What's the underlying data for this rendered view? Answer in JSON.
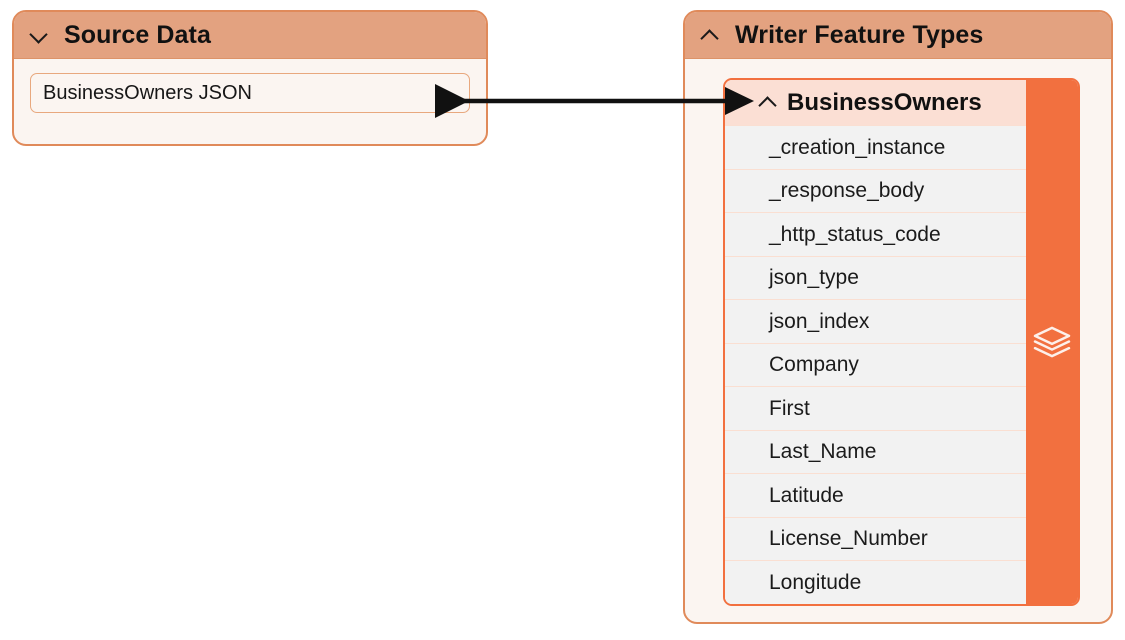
{
  "source_panel": {
    "title": "Source Data",
    "collapse_icon": "chevron-down-icon",
    "items": [
      {
        "label": "BusinessOwners JSON",
        "output_port_icon": "output-port-triangle-icon"
      }
    ]
  },
  "writer_panel": {
    "title": "Writer Feature Types",
    "collapse_icon": "chevron-up-icon",
    "feature_type": {
      "name": "BusinessOwners",
      "input_port_icon": "input-port-triangle-icon",
      "collapse_icon": "chevron-up-icon",
      "sidebar_icon": "layers-icon",
      "attributes": [
        "_creation_instance",
        "_response_body",
        "_http_status_code",
        "json_type",
        "json_index",
        "Company",
        "First",
        "Last_Name",
        "Latitude",
        "License_Number",
        "Longitude"
      ]
    }
  },
  "connection": {
    "from": "BusinessOwners JSON",
    "to": "BusinessOwners",
    "arrow_icon": "connection-arrow-icon"
  },
  "colors": {
    "panel_border": "#e08a5a",
    "panel_header": "#e3a280",
    "panel_body": "#fbf5f1",
    "feature_type_border": "#f2703f",
    "feature_type_header": "#fbdfd4",
    "sidebar_orange": "#f2703f",
    "row_background": "#f2f2f2",
    "row_divider": "#fadfd2",
    "connection_line": "#111111"
  }
}
